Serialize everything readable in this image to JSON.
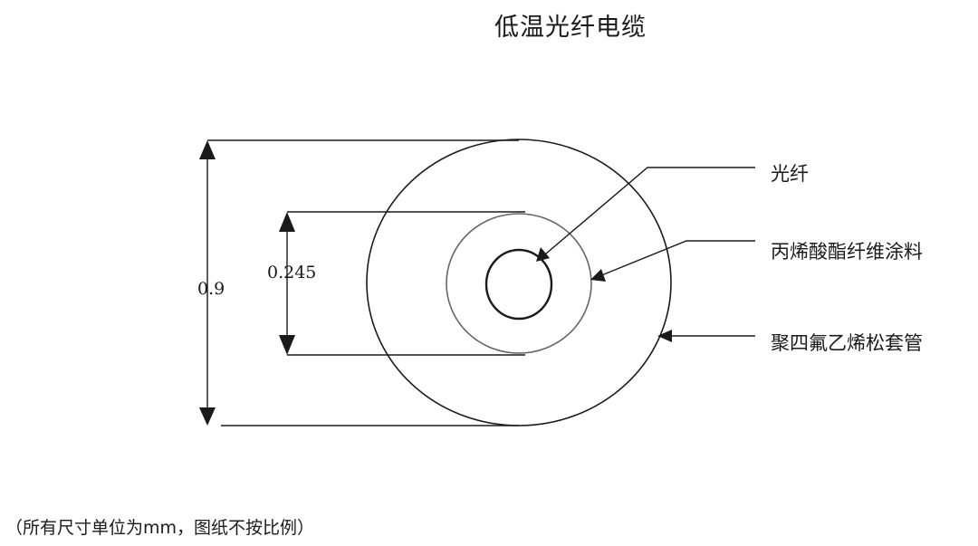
{
  "title": "低温光纤电缆",
  "dimensions": {
    "outer": "0.9",
    "inner": "0.245"
  },
  "labels": {
    "fiber": "光纤",
    "coating": "丙烯酸酯纤维涂料",
    "tube": "聚四氟乙烯松套管"
  },
  "note": "（所有尺寸单位为mm，图纸不按比例）",
  "colors": {
    "line": "#1a1a1a",
    "coating_ring": "#666666"
  }
}
